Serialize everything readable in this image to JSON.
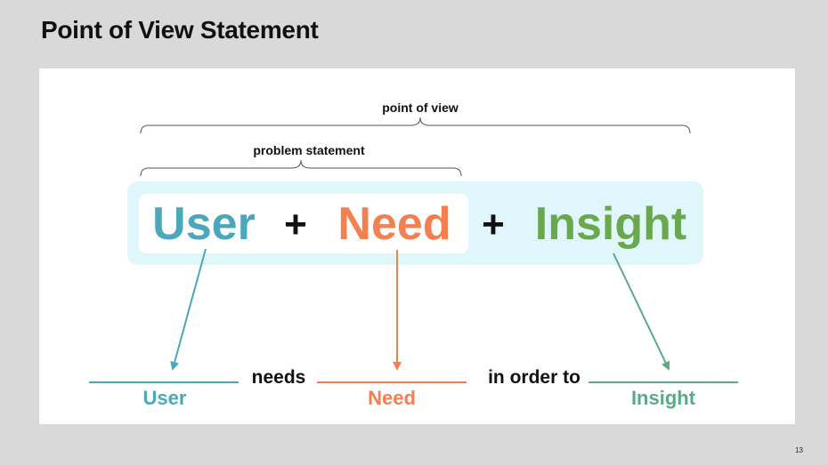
{
  "title": "Point of View Statement",
  "page_number": "13",
  "labels": {
    "point_of_view": "point of view",
    "problem_statement": "problem statement"
  },
  "equation": {
    "user": "User",
    "plus_1": "+",
    "need": "Need",
    "plus_2": "+",
    "insight": "Insight"
  },
  "sentence": {
    "needs": "needs",
    "in_order_to": "in order to",
    "blank_user": "User",
    "blank_need": "Need",
    "blank_insight": "Insight"
  },
  "colors": {
    "user": "#4aa8b8",
    "need": "#f47f50",
    "insight": "#6aa84f",
    "insight_label": "#5aaa88",
    "band": "#dff7fb"
  }
}
